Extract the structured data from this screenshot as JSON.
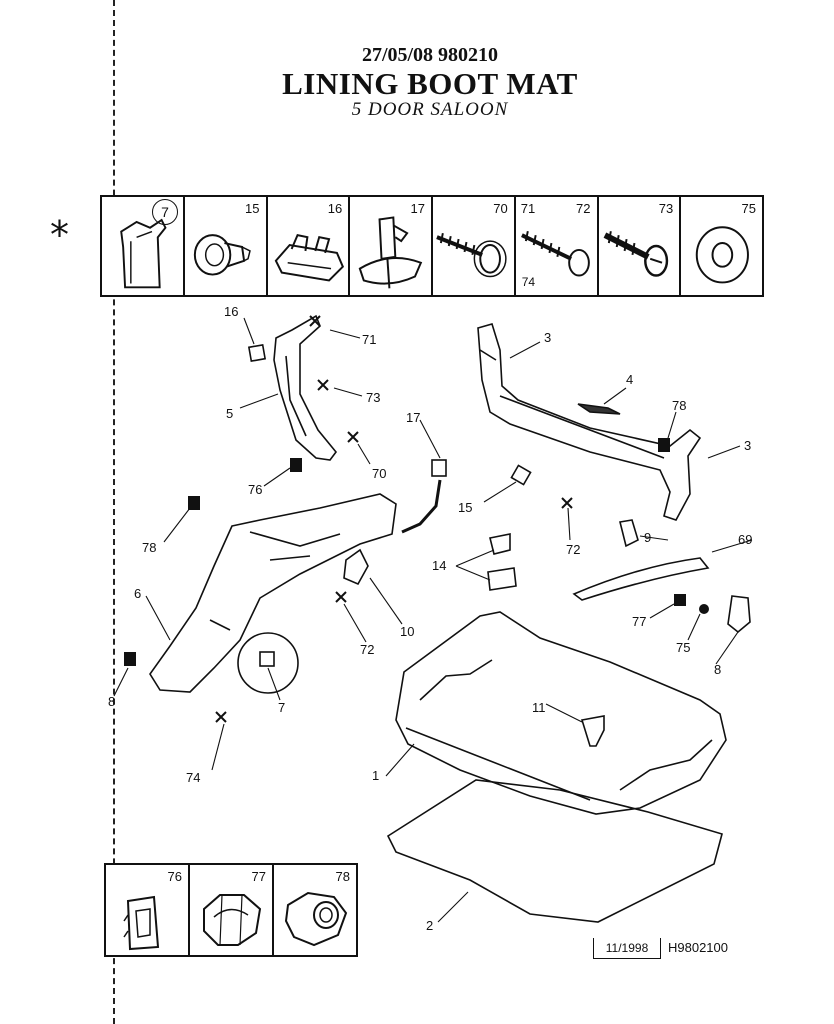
{
  "header": {
    "date_line": "27/05/08 980210",
    "title": "LINING BOOT MAT",
    "subtitle": "5 DOOR SALOON"
  },
  "margin_mark": "*",
  "top_strip": [
    {
      "label": "7",
      "icon": "panel-clip-icon"
    },
    {
      "label": "15",
      "icon": "push-rivet-icon"
    },
    {
      "label": "16",
      "icon": "spring-clip-icon"
    },
    {
      "label": "17",
      "icon": "clip-stand-icon"
    },
    {
      "label": "70",
      "icon": "screw-icon"
    },
    {
      "label": "71",
      "label2": "72",
      "label3": "74",
      "icon": "screw-icon"
    },
    {
      "label": "73",
      "icon": "bolt-icon"
    },
    {
      "label": "75",
      "icon": "washer-icon"
    }
  ],
  "bottom_strip": [
    {
      "label": "76",
      "icon": "spire-clip-icon"
    },
    {
      "label": "77",
      "icon": "dome-nut-icon"
    },
    {
      "label": "78",
      "icon": "nut-icon"
    }
  ],
  "callouts": [
    {
      "id": "16",
      "text": "16"
    },
    {
      "id": "71",
      "text": "71"
    },
    {
      "id": "3a",
      "text": "3"
    },
    {
      "id": "5",
      "text": "5"
    },
    {
      "id": "73",
      "text": "73"
    },
    {
      "id": "4",
      "text": "4"
    },
    {
      "id": "17",
      "text": "17"
    },
    {
      "id": "78a",
      "text": "78"
    },
    {
      "id": "3b",
      "text": "3"
    },
    {
      "id": "70",
      "text": "70"
    },
    {
      "id": "76",
      "text": "76"
    },
    {
      "id": "15",
      "text": "15"
    },
    {
      "id": "72a",
      "text": "72"
    },
    {
      "id": "9",
      "text": "9"
    },
    {
      "id": "78b",
      "text": "78"
    },
    {
      "id": "69",
      "text": "69"
    },
    {
      "id": "14",
      "text": "14"
    },
    {
      "id": "6",
      "text": "6"
    },
    {
      "id": "10",
      "text": "10"
    },
    {
      "id": "72b",
      "text": "72"
    },
    {
      "id": "77",
      "text": "77"
    },
    {
      "id": "75",
      "text": "75"
    },
    {
      "id": "8",
      "text": "8"
    },
    {
      "id": "7",
      "text": "7"
    },
    {
      "id": "11",
      "text": "11"
    },
    {
      "id": "74",
      "text": "74"
    },
    {
      "id": "1",
      "text": "1"
    },
    {
      "id": "2",
      "text": "2"
    },
    {
      "id": "8b",
      "text": "8"
    }
  ],
  "footer": {
    "date": "11/1998",
    "code": "H9802100"
  }
}
